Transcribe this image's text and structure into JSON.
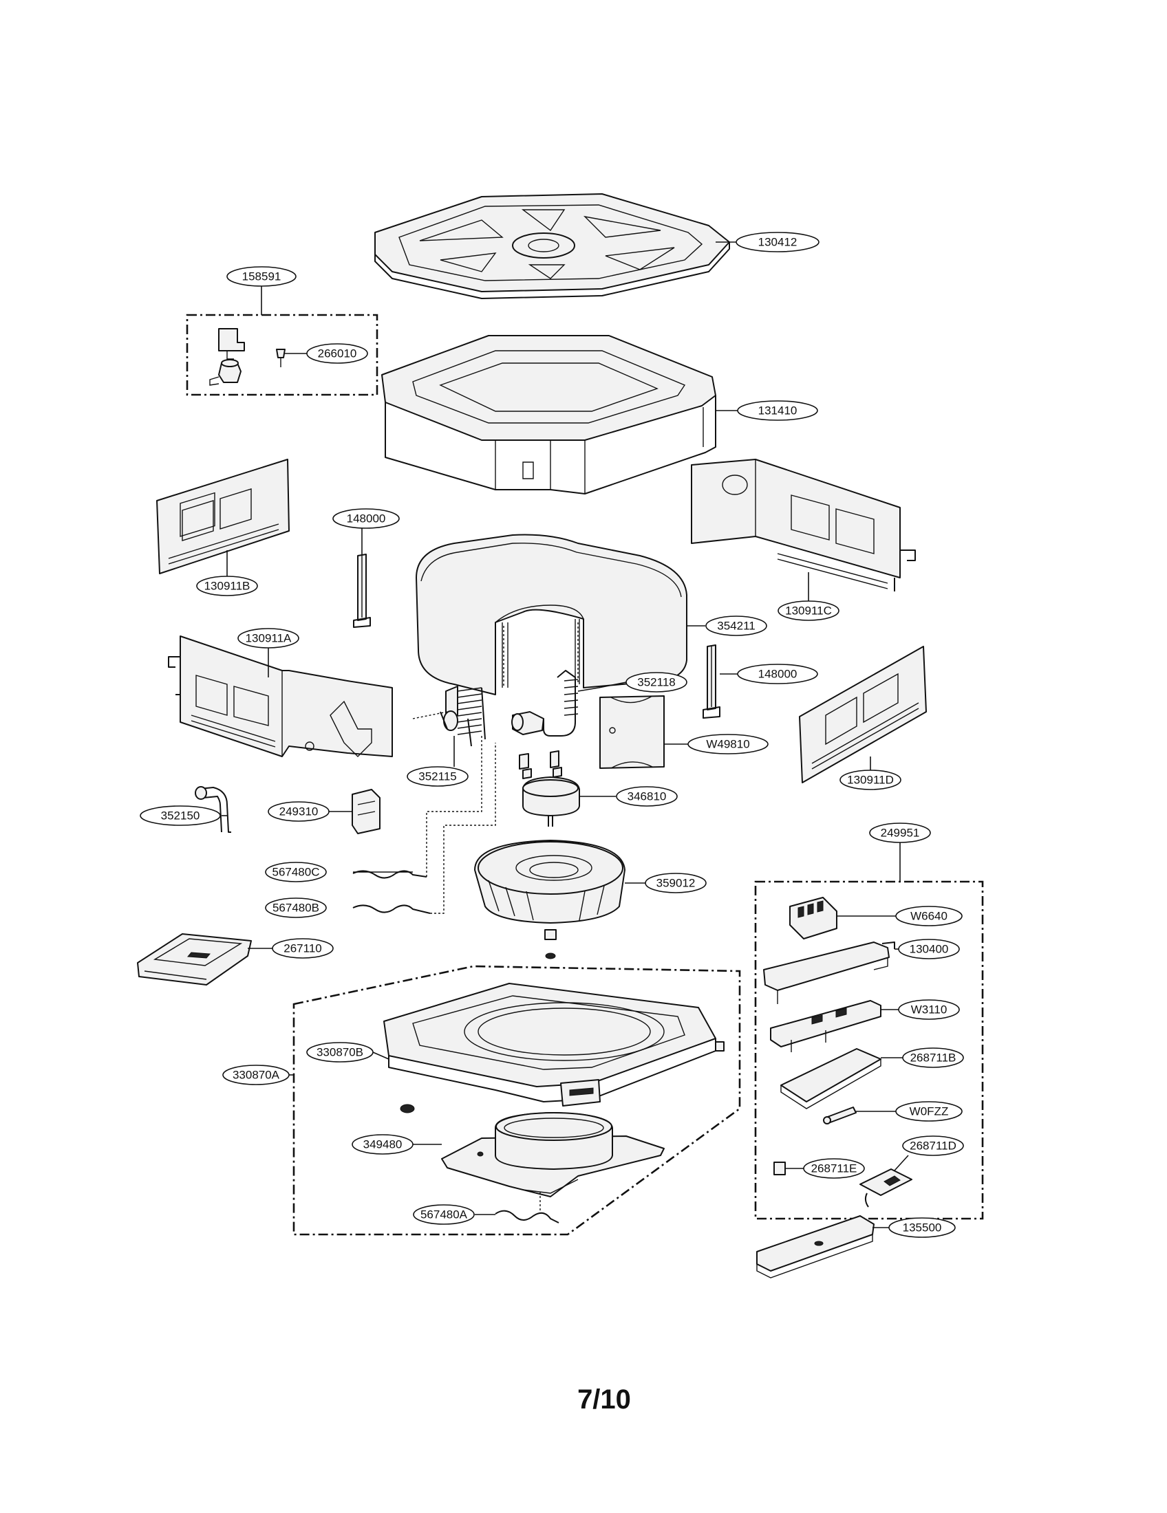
{
  "page_number": "7/10",
  "callouts": {
    "p130412": "130412",
    "p158591": "158591",
    "p266010": "266010",
    "p131410": "131410",
    "p148000a": "148000",
    "p130911B": "130911B",
    "p130911C": "130911C",
    "p354211": "354211",
    "p130911A": "130911A",
    "p148000b": "148000",
    "p352118": "352118",
    "pW49810": "W49810",
    "p130911D": "130911D",
    "p352115": "352115",
    "p352150": "352150",
    "p249310": "249310",
    "p346810": "346810",
    "p249951": "249951",
    "p567480C": "567480C",
    "p359012": "359012",
    "pW6640": "W6640",
    "p567480B": "567480B",
    "p130400": "130400",
    "p267110": "267110",
    "pW3110": "W3110",
    "p330870B": "330870B",
    "p330870A": "330870A",
    "p268711B": "268711B",
    "pW0FZZ": "W0FZZ",
    "p349480": "349480",
    "p268711E": "268711E",
    "p268711D": "268711D",
    "p567480A": "567480A",
    "p135500": "135500"
  }
}
